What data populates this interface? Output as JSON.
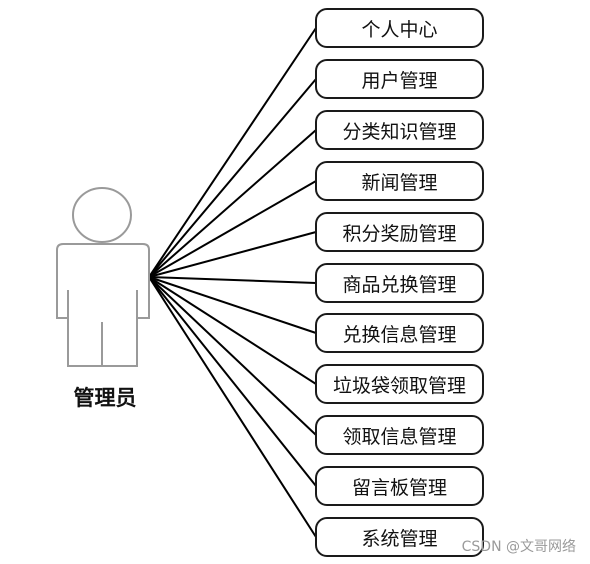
{
  "actor": {
    "label": "管理员",
    "icon": "person-icon"
  },
  "use_cases": [
    {
      "label": "个人中心"
    },
    {
      "label": "用户管理"
    },
    {
      "label": "分类知识管理"
    },
    {
      "label": "新闻管理"
    },
    {
      "label": "积分奖励管理"
    },
    {
      "label": "商品兑换管理"
    },
    {
      "label": "兑换信息管理"
    },
    {
      "label": "垃圾袋领取管理"
    },
    {
      "label": "领取信息管理"
    },
    {
      "label": "留言板管理"
    },
    {
      "label": "系统管理"
    }
  ],
  "watermark": "CSDN @文哥网络"
}
